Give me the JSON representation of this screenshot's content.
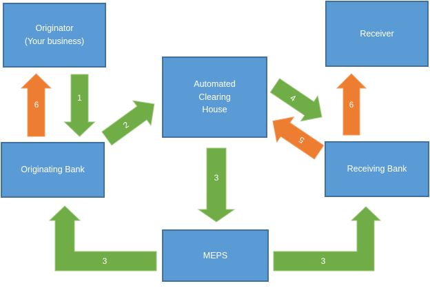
{
  "colors": {
    "box_fill": "#5B9BD5",
    "box_border": "#41719C",
    "green": "#70AD47",
    "green_border": "#9CC97E",
    "orange": "#ED7D31",
    "orange_border": "#F0A168",
    "text": "#FFFFFF"
  },
  "nodes": {
    "originator": {
      "lines": [
        "Originator",
        "(Your business)"
      ]
    },
    "receiver": {
      "label": "Receiver"
    },
    "ach": {
      "lines": [
        "Automated",
        "Clearing",
        "House"
      ]
    },
    "originating_bank": {
      "label": "Originating Bank"
    },
    "receiving_bank": {
      "label": "Receiving Bank"
    },
    "meps": {
      "label": "MEPS"
    }
  },
  "arrows": {
    "step1_originator_to_originating_bank": {
      "label": "1",
      "color": "green",
      "direction": "down"
    },
    "step2_originating_bank_to_ach": {
      "label": "2",
      "color": "green",
      "direction": "up-right"
    },
    "step3_ach_to_meps": {
      "label": "3",
      "color": "green",
      "direction": "down"
    },
    "step3_meps_to_originating_bank": {
      "label": "3",
      "color": "green",
      "direction": "left-then-up"
    },
    "step3_meps_to_receiving_bank": {
      "label": "3",
      "color": "green",
      "direction": "right-then-up"
    },
    "step4_ach_to_receiving_bank": {
      "label": "4",
      "color": "green",
      "direction": "down-right"
    },
    "step5_receiving_bank_to_ach": {
      "label": "5",
      "color": "orange",
      "direction": "up-left"
    },
    "step6_originating_bank_to_originator": {
      "label": "6",
      "color": "orange",
      "direction": "up"
    },
    "step6_receiving_bank_to_receiver": {
      "label": "6",
      "color": "orange",
      "direction": "up"
    }
  }
}
